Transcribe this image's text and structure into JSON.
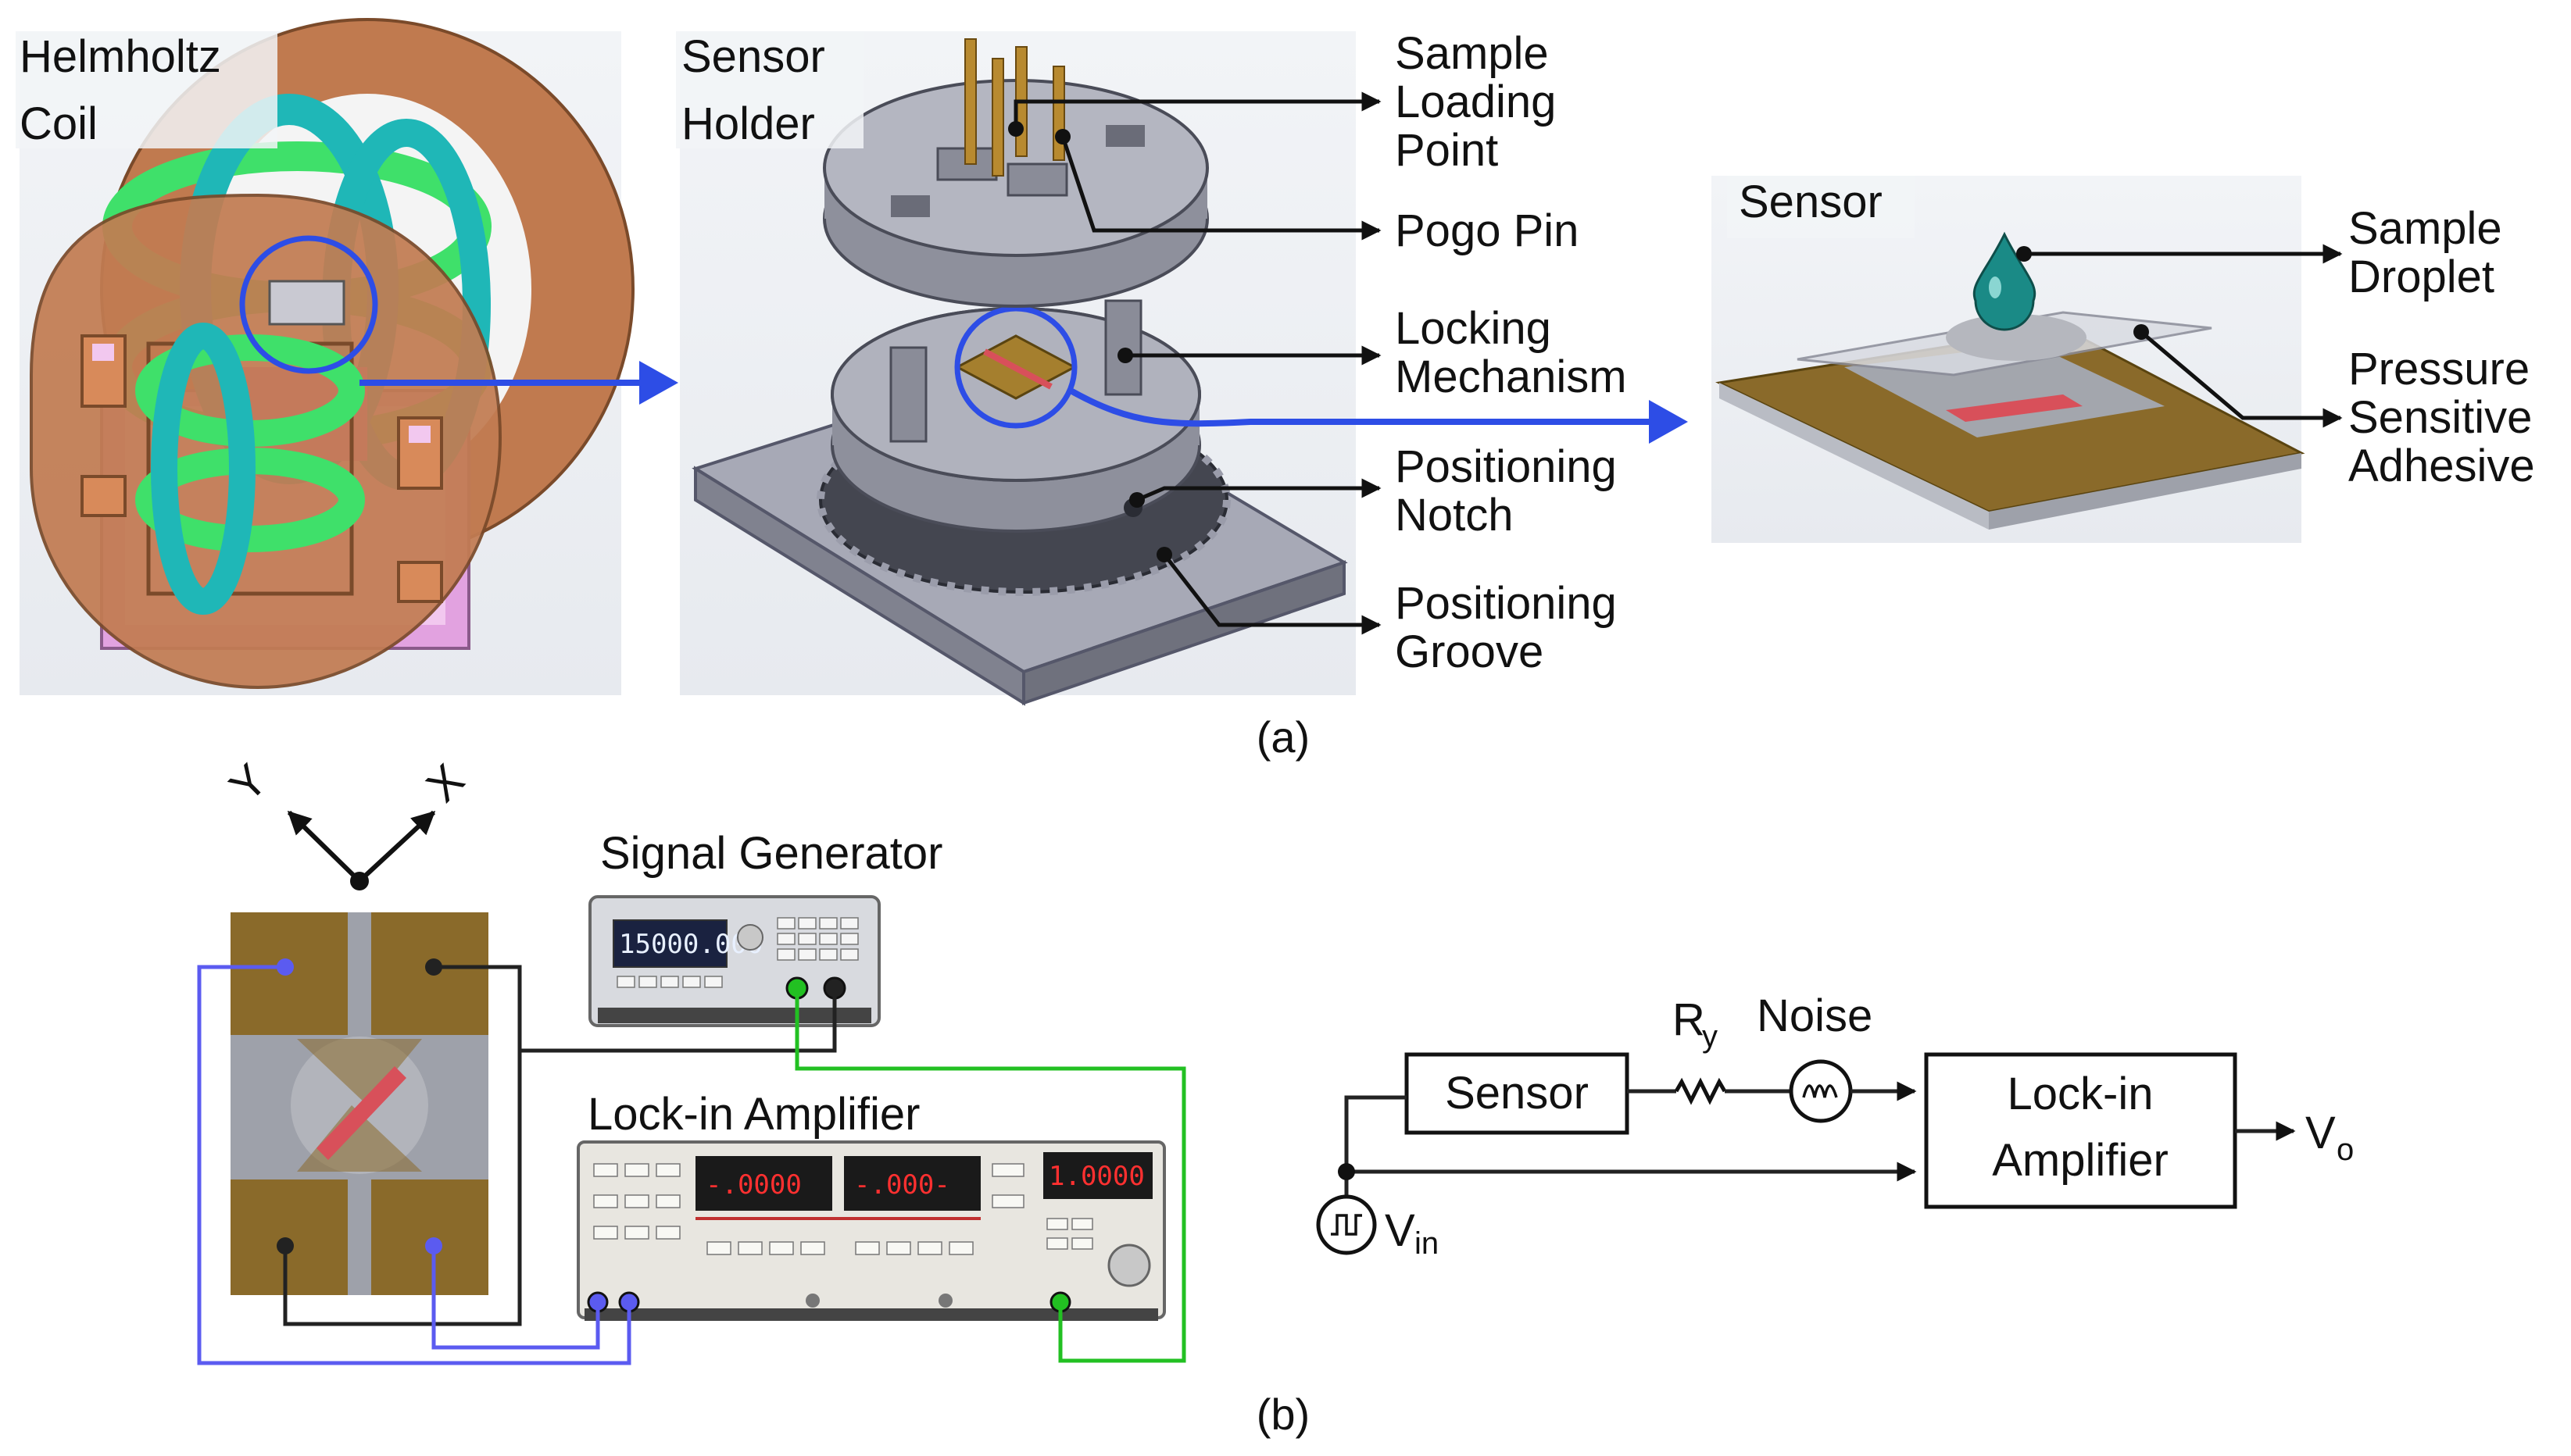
{
  "panel_a": {
    "coil_label_line1": "Helmholtz",
    "coil_label_line2": "Coil",
    "holder_label_line1": "Sensor",
    "holder_label_line2": "Holder",
    "sensor_label": "Sensor",
    "callouts": {
      "sample_loading_1": "Sample",
      "sample_loading_2": "Loading",
      "sample_loading_3": "Point",
      "pogo_pin": "Pogo Pin",
      "locking_1": "Locking",
      "locking_2": "Mechanism",
      "notch_1": "Positioning",
      "notch_2": "Notch",
      "groove_1": "Positioning",
      "groove_2": "Groove",
      "droplet_1": "Sample",
      "droplet_2": "Droplet",
      "psa_1": "Pressure",
      "psa_2": "Sensitive",
      "psa_3": "Adhesive"
    },
    "caption": "(a)"
  },
  "panel_b": {
    "axis_y": "Y",
    "axis_x": "X",
    "signal_generator": "Signal Generator",
    "lockin_amplifier": "Lock-in Amplifier",
    "siggen_display": "15000.000",
    "lockin_display_1": "-.0000",
    "lockin_display_2": "-.000-",
    "lockin_display_3": "1.0000",
    "circuit": {
      "sensor": "Sensor",
      "resistor": "R",
      "resistor_sub": "y",
      "noise": "Noise",
      "lockin_line1": "Lock-in",
      "lockin_line2": "Amplifier",
      "output": "V",
      "output_sub": "o",
      "input": "V",
      "input_sub": "in"
    },
    "caption": "(b)"
  },
  "colors": {
    "coil_copper": "#c07a4f",
    "coil_cyan": "#1fb7b7",
    "coil_green": "#3fe06a",
    "frame_pink": "#e2a2e0",
    "holder_gray": "#9a9caa",
    "sensor_gold": "#8a6a2a",
    "highlight_blue": "#2d4de6",
    "wire_blue": "#5b5bf0",
    "wire_green": "#22c022",
    "droplet_teal": "#1a8a86",
    "stripe_red": "#d8505a"
  }
}
